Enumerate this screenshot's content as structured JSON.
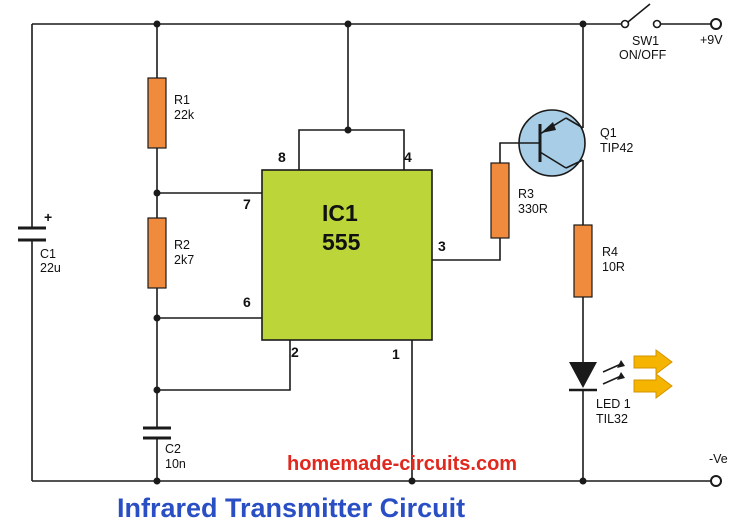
{
  "colors": {
    "resistor": "#f08a3c",
    "ic_body": "#bcd63a",
    "arrow": "#f5b400",
    "watermark": "#e0281e",
    "title": "#2a4fc4",
    "wire": "#1a1a1a"
  },
  "components": {
    "sw1": {
      "ref": "SW1",
      "label": "ON/OFF"
    },
    "c1": {
      "ref": "C1",
      "value": "22u",
      "polarity": "+"
    },
    "r1": {
      "ref": "R1",
      "value": "22k"
    },
    "r2": {
      "ref": "R2",
      "value": "2k7"
    },
    "c2": {
      "ref": "C2",
      "value": "10n"
    },
    "ic1": {
      "ref": "IC1",
      "value": "555"
    },
    "r3": {
      "ref": "R3",
      "value": "330R"
    },
    "q1": {
      "ref": "Q1",
      "value": "TIP42"
    },
    "r4": {
      "ref": "R4",
      "value": "10R"
    },
    "led1": {
      "ref": "LED 1",
      "value": "TIL32"
    }
  },
  "pins": {
    "p8": "8",
    "p4": "4",
    "p7": "7",
    "p6": "6",
    "p3": "3",
    "p2": "2",
    "p1": "1"
  },
  "rails": {
    "positive": "+9V",
    "negative": "-Ve"
  },
  "watermark": "homemade-circuits.com",
  "title": "Infrared Transmitter Circuit"
}
